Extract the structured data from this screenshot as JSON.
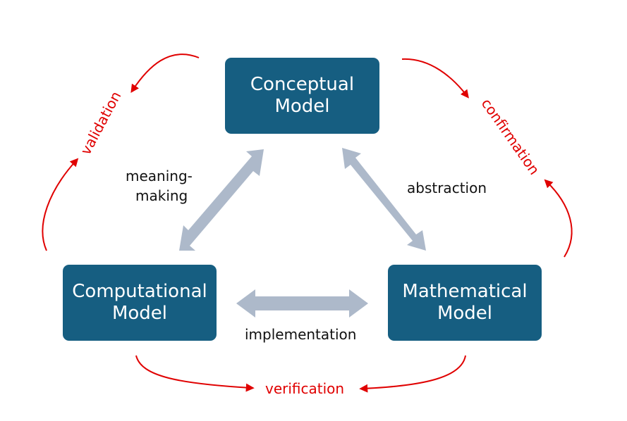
{
  "nodes": {
    "conceptual": {
      "line1": "Conceptual",
      "line2": "Model"
    },
    "computational": {
      "line1": "Computational",
      "line2": "Model"
    },
    "mathematical": {
      "line1": "Mathematical",
      "line2": "Model"
    }
  },
  "edges": {
    "meaning_making": {
      "line1": "meaning-",
      "line2": "making"
    },
    "abstraction": "abstraction",
    "implementation": "implementation"
  },
  "loops": {
    "validation": "validation",
    "confirmation": "confirmation",
    "verification": "verification"
  },
  "colors": {
    "box": "#165E81",
    "box_text": "#FFFFFF",
    "double_arrow": "#ADB9CA",
    "loop_arrow": "#E00000",
    "edge_text": "#111111"
  }
}
